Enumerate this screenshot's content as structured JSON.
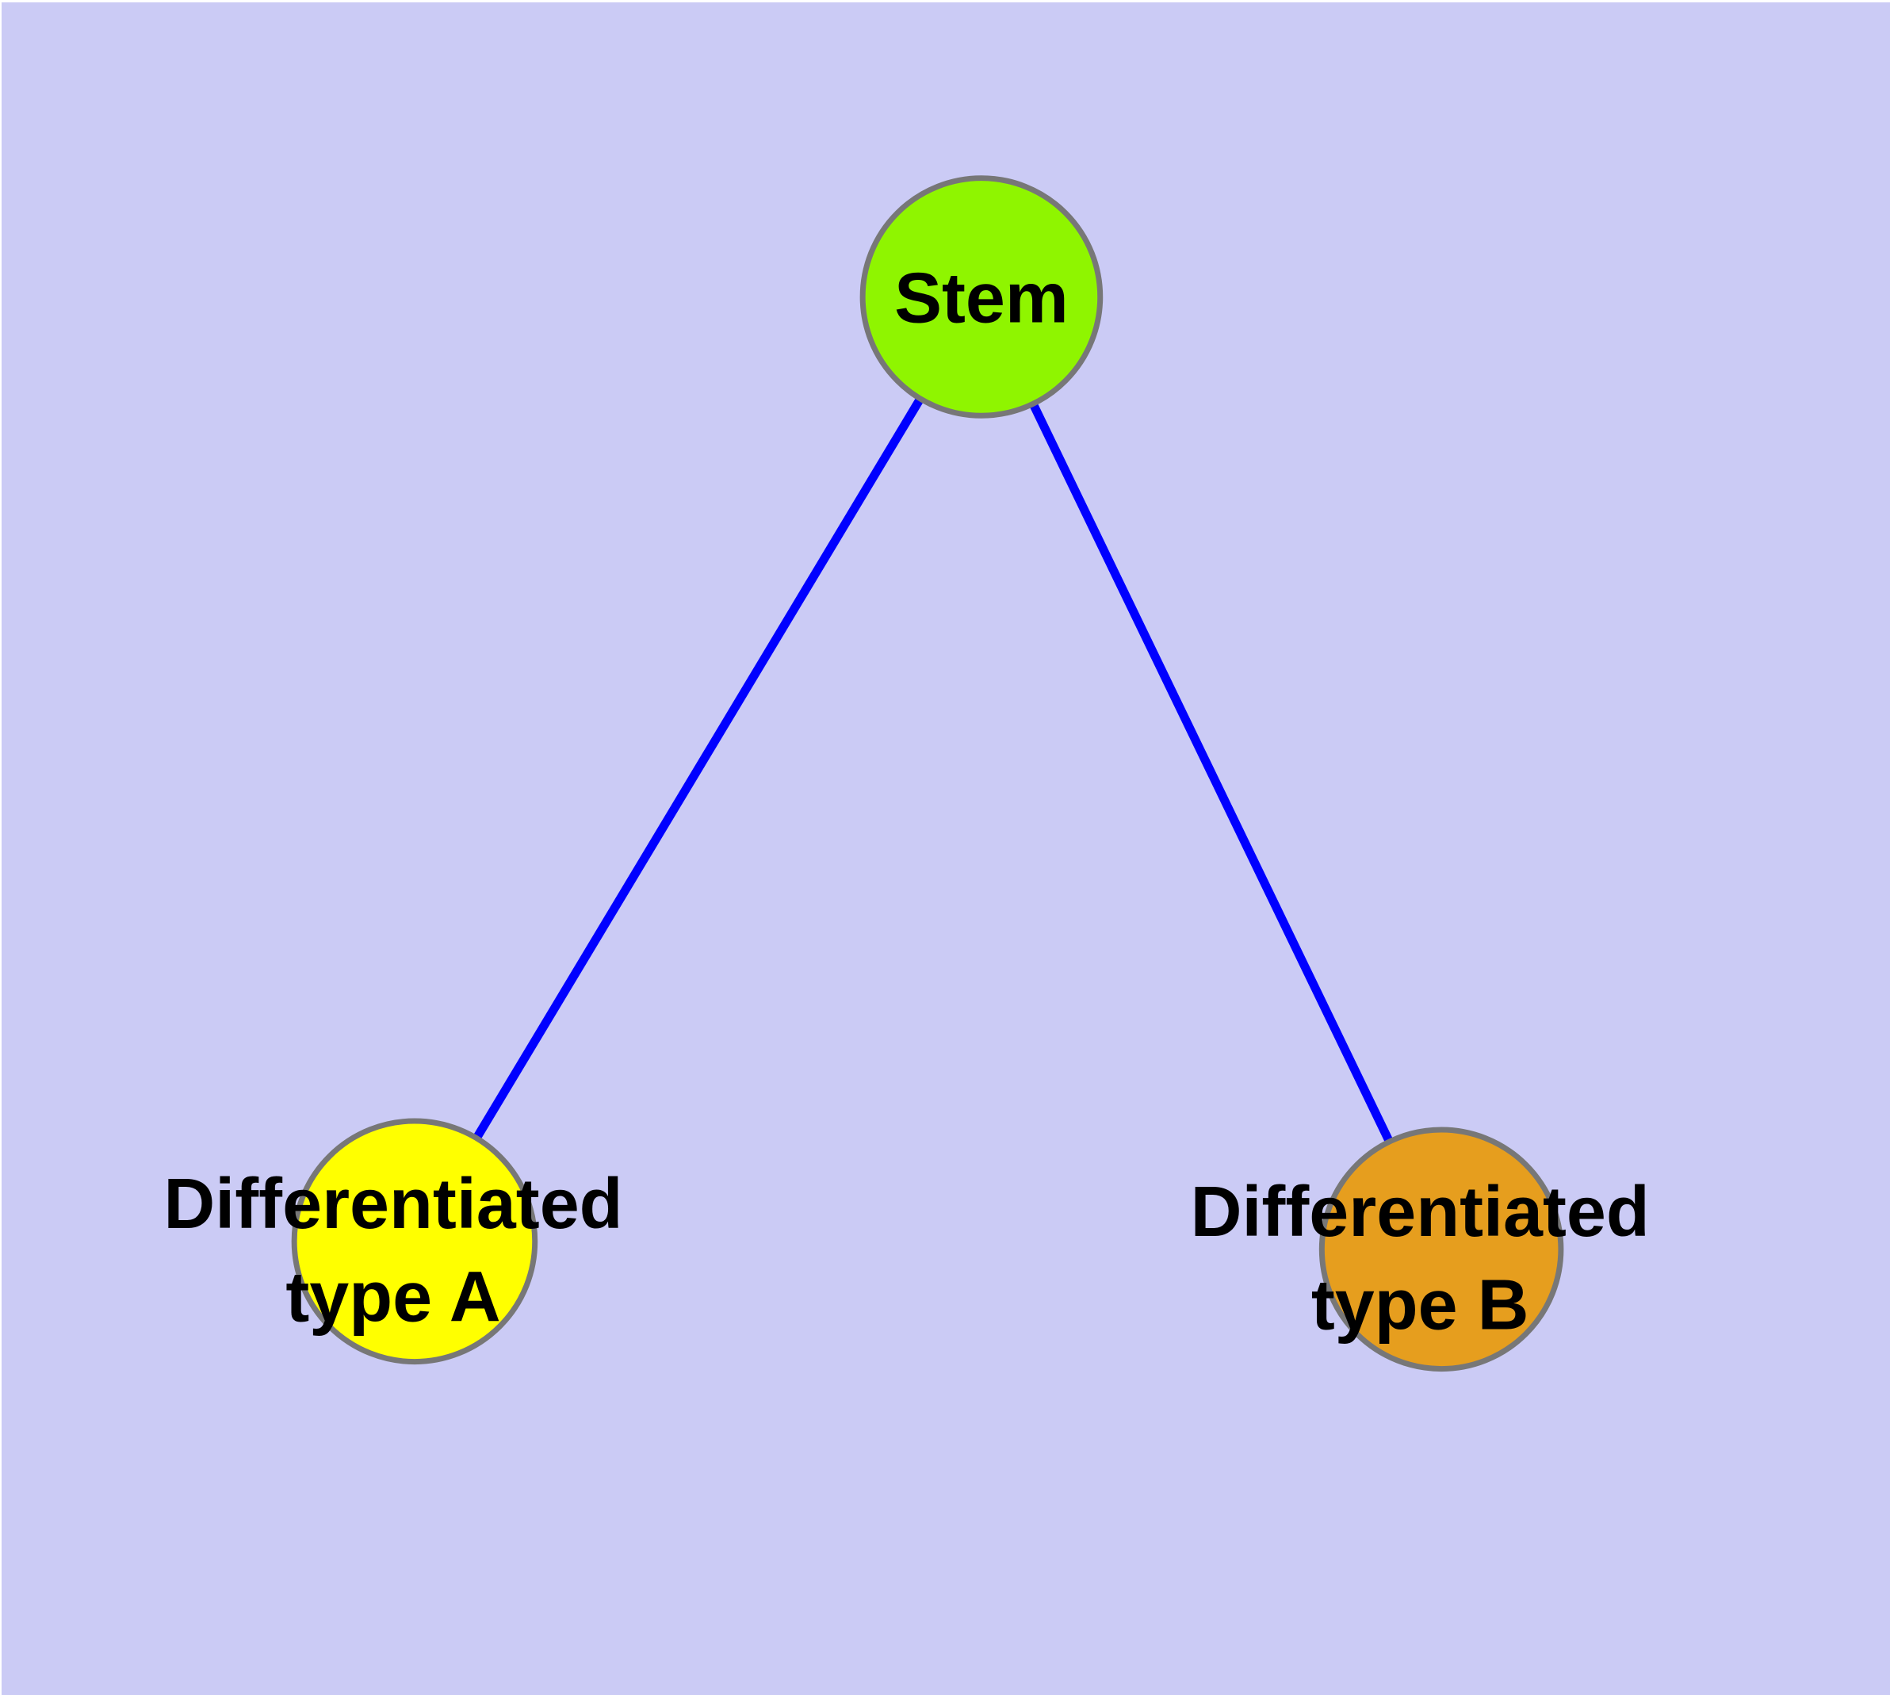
{
  "diagram": {
    "type": "node-link-graph",
    "background_color": "#CBCBF5",
    "edge_color": "#0000FF",
    "node_border_color": "#777777",
    "nodes": [
      {
        "id": "stem",
        "label": "Stem",
        "fill_color": "#8FF500"
      },
      {
        "id": "differentiated-type-a",
        "label_line1": "Differentiated",
        "label_line2": "type A",
        "fill_color": "#FFFF00"
      },
      {
        "id": "differentiated-type-b",
        "label_line1": "Differentiated",
        "label_line2": "type B",
        "fill_color": "#E69E1E"
      }
    ],
    "edges": [
      {
        "from": "Stem",
        "to": "Differentiated type A"
      },
      {
        "from": "Stem",
        "to": "Differentiated type B"
      }
    ]
  }
}
